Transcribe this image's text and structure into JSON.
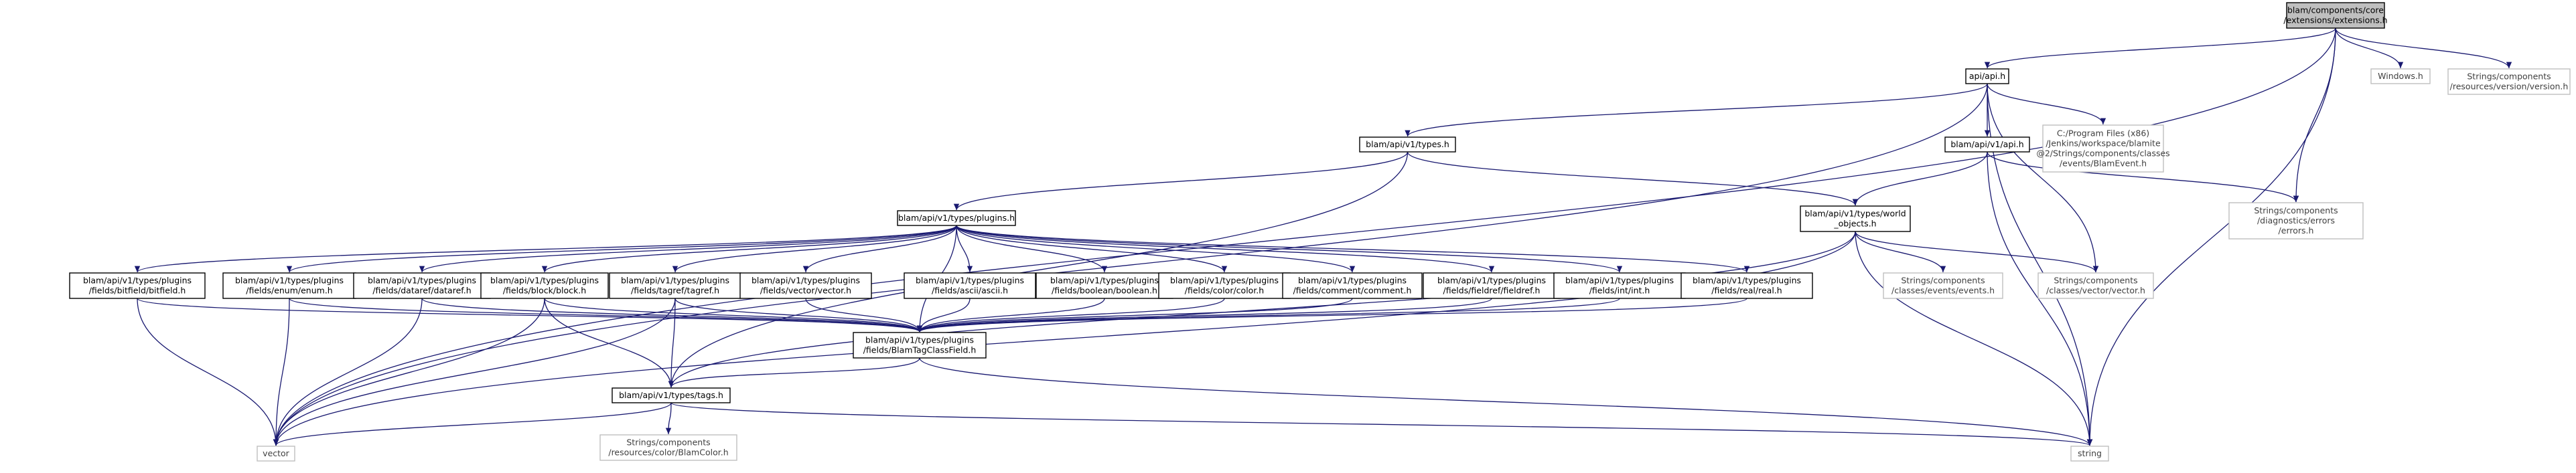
{
  "nodes": [
    {
      "id": "root",
      "lines": [
        "blam/components/core",
        "/extensions/extensions.h"
      ],
      "style": "focus"
    },
    {
      "id": "api_h",
      "lines": [
        "api/api.h"
      ],
      "style": "normal"
    },
    {
      "id": "windows_h",
      "lines": [
        "Windows.h"
      ],
      "style": "external"
    },
    {
      "id": "version_h",
      "lines": [
        "Strings/components",
        "/resources/version/version.h"
      ],
      "style": "external"
    },
    {
      "id": "blamevent_h",
      "lines": [
        "C:/Program Files (x86)",
        "/Jenkins/workspace/blamite",
        "@2/Strings/components/classes",
        "/events/BlamEvent.h"
      ],
      "style": "external"
    },
    {
      "id": "types_h",
      "lines": [
        "blam/api/v1/types.h"
      ],
      "style": "normal"
    },
    {
      "id": "v1api_h",
      "lines": [
        "blam/api/v1/api.h"
      ],
      "style": "normal"
    },
    {
      "id": "errors_h",
      "lines": [
        "Strings/components",
        "/diagnostics/errors",
        "/errors.h"
      ],
      "style": "external"
    },
    {
      "id": "plugins_h",
      "lines": [
        "blam/api/v1/types/plugins.h"
      ],
      "style": "normal"
    },
    {
      "id": "world_objects_h",
      "lines": [
        "blam/api/v1/types/world",
        "_objects.h"
      ],
      "style": "normal"
    },
    {
      "id": "bitfield_h",
      "lines": [
        "blam/api/v1/types/plugins",
        "/fields/bitfield/bitfield.h"
      ],
      "style": "normal"
    },
    {
      "id": "enum_h",
      "lines": [
        "blam/api/v1/types/plugins",
        "/fields/enum/enum.h"
      ],
      "style": "normal"
    },
    {
      "id": "dataref_h",
      "lines": [
        "blam/api/v1/types/plugins",
        "/fields/dataref/dataref.h"
      ],
      "style": "normal"
    },
    {
      "id": "block_h",
      "lines": [
        "blam/api/v1/types/plugins",
        "/fields/block/block.h"
      ],
      "style": "normal"
    },
    {
      "id": "tagref_h",
      "lines": [
        "blam/api/v1/types/plugins",
        "/fields/tagref/tagref.h"
      ],
      "style": "normal"
    },
    {
      "id": "vector_field_h",
      "lines": [
        "blam/api/v1/types/plugins",
        "/fields/vector/vector.h"
      ],
      "style": "normal"
    },
    {
      "id": "ascii_h",
      "lines": [
        "blam/api/v1/types/plugins",
        "/fields/ascii/ascii.h"
      ],
      "style": "normal"
    },
    {
      "id": "boolean_h",
      "lines": [
        "blam/api/v1/types/plugins",
        "/fields/boolean/boolean.h"
      ],
      "style": "normal"
    },
    {
      "id": "color_h",
      "lines": [
        "blam/api/v1/types/plugins",
        "/fields/color/color.h"
      ],
      "style": "normal"
    },
    {
      "id": "comment_h",
      "lines": [
        "blam/api/v1/types/plugins",
        "/fields/comment/comment.h"
      ],
      "style": "normal"
    },
    {
      "id": "fieldref_h",
      "lines": [
        "blam/api/v1/types/plugins",
        "/fields/fieldref/fieldref.h"
      ],
      "style": "normal"
    },
    {
      "id": "int_h",
      "lines": [
        "blam/api/v1/types/plugins",
        "/fields/int/int.h"
      ],
      "style": "normal"
    },
    {
      "id": "real_h",
      "lines": [
        "blam/api/v1/types/plugins",
        "/fields/real/real.h"
      ],
      "style": "normal"
    },
    {
      "id": "events_h",
      "lines": [
        "Strings/components",
        "/classes/events/events.h"
      ],
      "style": "external"
    },
    {
      "id": "vector_class_h",
      "lines": [
        "Strings/components",
        "/classes/vector/vector.h"
      ],
      "style": "external"
    },
    {
      "id": "blamtagclassfield_h",
      "lines": [
        "blam/api/v1/types/plugins",
        "/fields/BlamTagClassField.h"
      ],
      "style": "normal"
    },
    {
      "id": "tags_h",
      "lines": [
        "blam/api/v1/types/tags.h"
      ],
      "style": "normal"
    },
    {
      "id": "vector",
      "lines": [
        "vector"
      ],
      "style": "external"
    },
    {
      "id": "blamcolor_h",
      "lines": [
        "Strings/components",
        "/resources/color/BlamColor.h"
      ],
      "style": "external"
    },
    {
      "id": "string",
      "lines": [
        "string"
      ],
      "style": "external"
    }
  ],
  "edges": [
    [
      "root",
      "api_h"
    ],
    [
      "root",
      "windows_h"
    ],
    [
      "root",
      "version_h"
    ],
    [
      "root",
      "errors_h"
    ],
    [
      "root",
      "vector"
    ],
    [
      "root",
      "string"
    ],
    [
      "api_h",
      "types_h"
    ],
    [
      "api_h",
      "v1api_h"
    ],
    [
      "api_h",
      "blamevent_h"
    ],
    [
      "api_h",
      "vector_class_h"
    ],
    [
      "api_h",
      "vector"
    ],
    [
      "api_h",
      "string"
    ],
    [
      "types_h",
      "plugins_h"
    ],
    [
      "types_h",
      "world_objects_h"
    ],
    [
      "types_h",
      "tags_h"
    ],
    [
      "v1api_h",
      "world_objects_h"
    ],
    [
      "v1api_h",
      "errors_h"
    ],
    [
      "v1api_h",
      "string"
    ],
    [
      "plugins_h",
      "bitfield_h"
    ],
    [
      "plugins_h",
      "enum_h"
    ],
    [
      "plugins_h",
      "dataref_h"
    ],
    [
      "plugins_h",
      "block_h"
    ],
    [
      "plugins_h",
      "tagref_h"
    ],
    [
      "plugins_h",
      "vector_field_h"
    ],
    [
      "plugins_h",
      "ascii_h"
    ],
    [
      "plugins_h",
      "boolean_h"
    ],
    [
      "plugins_h",
      "color_h"
    ],
    [
      "plugins_h",
      "comment_h"
    ],
    [
      "plugins_h",
      "fieldref_h"
    ],
    [
      "plugins_h",
      "int_h"
    ],
    [
      "plugins_h",
      "real_h"
    ],
    [
      "plugins_h",
      "blamtagclassfield_h"
    ],
    [
      "world_objects_h",
      "events_h"
    ],
    [
      "world_objects_h",
      "vector_class_h"
    ],
    [
      "world_objects_h",
      "tags_h"
    ],
    [
      "world_objects_h",
      "vector"
    ],
    [
      "world_objects_h",
      "string"
    ],
    [
      "bitfield_h",
      "blamtagclassfield_h"
    ],
    [
      "bitfield_h",
      "vector"
    ],
    [
      "enum_h",
      "blamtagclassfield_h"
    ],
    [
      "enum_h",
      "vector"
    ],
    [
      "dataref_h",
      "blamtagclassfield_h"
    ],
    [
      "dataref_h",
      "vector"
    ],
    [
      "block_h",
      "blamtagclassfield_h"
    ],
    [
      "block_h",
      "tags_h"
    ],
    [
      "block_h",
      "vector"
    ],
    [
      "tagref_h",
      "blamtagclassfield_h"
    ],
    [
      "tagref_h",
      "tags_h"
    ],
    [
      "tagref_h",
      "vector"
    ],
    [
      "vector_field_h",
      "blamtagclassfield_h"
    ],
    [
      "ascii_h",
      "blamtagclassfield_h"
    ],
    [
      "boolean_h",
      "blamtagclassfield_h"
    ],
    [
      "color_h",
      "blamtagclassfield_h"
    ],
    [
      "comment_h",
      "blamtagclassfield_h"
    ],
    [
      "fieldref_h",
      "blamtagclassfield_h"
    ],
    [
      "int_h",
      "blamtagclassfield_h"
    ],
    [
      "real_h",
      "blamtagclassfield_h"
    ],
    [
      "blamtagclassfield_h",
      "tags_h"
    ],
    [
      "blamtagclassfield_h",
      "string"
    ],
    [
      "tags_h",
      "vector"
    ],
    [
      "tags_h",
      "blamcolor_h"
    ],
    [
      "tags_h",
      "string"
    ]
  ],
  "colors": {
    "edge": "#191970",
    "focus_fill": "#bfbfbf",
    "normal_fill": "#ffffff",
    "normal_stroke": "#000000",
    "external_stroke": "#bfbfbf",
    "external_text": "#404040"
  }
}
